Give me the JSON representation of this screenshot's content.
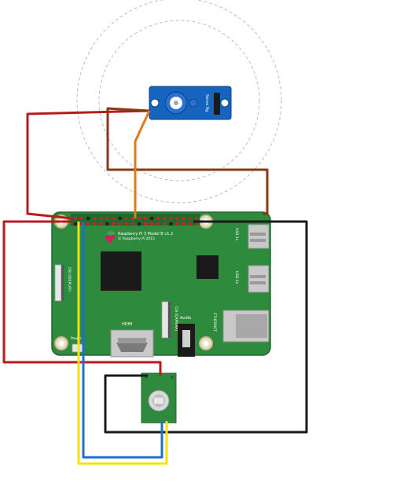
{
  "servo": {
    "label": "Servo 9g",
    "color_body": "#1565c0"
  },
  "raspberry_pi": {
    "brand": "Raspberry Pi 3 Model B v1.2",
    "copyright": "© Raspberry Pi 2015",
    "port_usb_top": "USB 2x",
    "port_usb_bottom": "USB 2x",
    "port_hdmi": "HDMI",
    "port_audio": "Audio",
    "port_ethernet": "ETHERNET",
    "port_power": "Power",
    "display_label": "DSI (DISPLAY)",
    "camera_label": "CSI (CAMERA)",
    "board_color": "#2e8b3d"
  },
  "sensor": {
    "color_body": "#2e8b3d"
  },
  "wire_colors": {
    "red": "#b71c1c",
    "brown": "#8b3a0f",
    "orange": "#e07b1a",
    "black": "#1a1a1a",
    "blue": "#1e6fd0",
    "yellow": "#f2e600"
  }
}
